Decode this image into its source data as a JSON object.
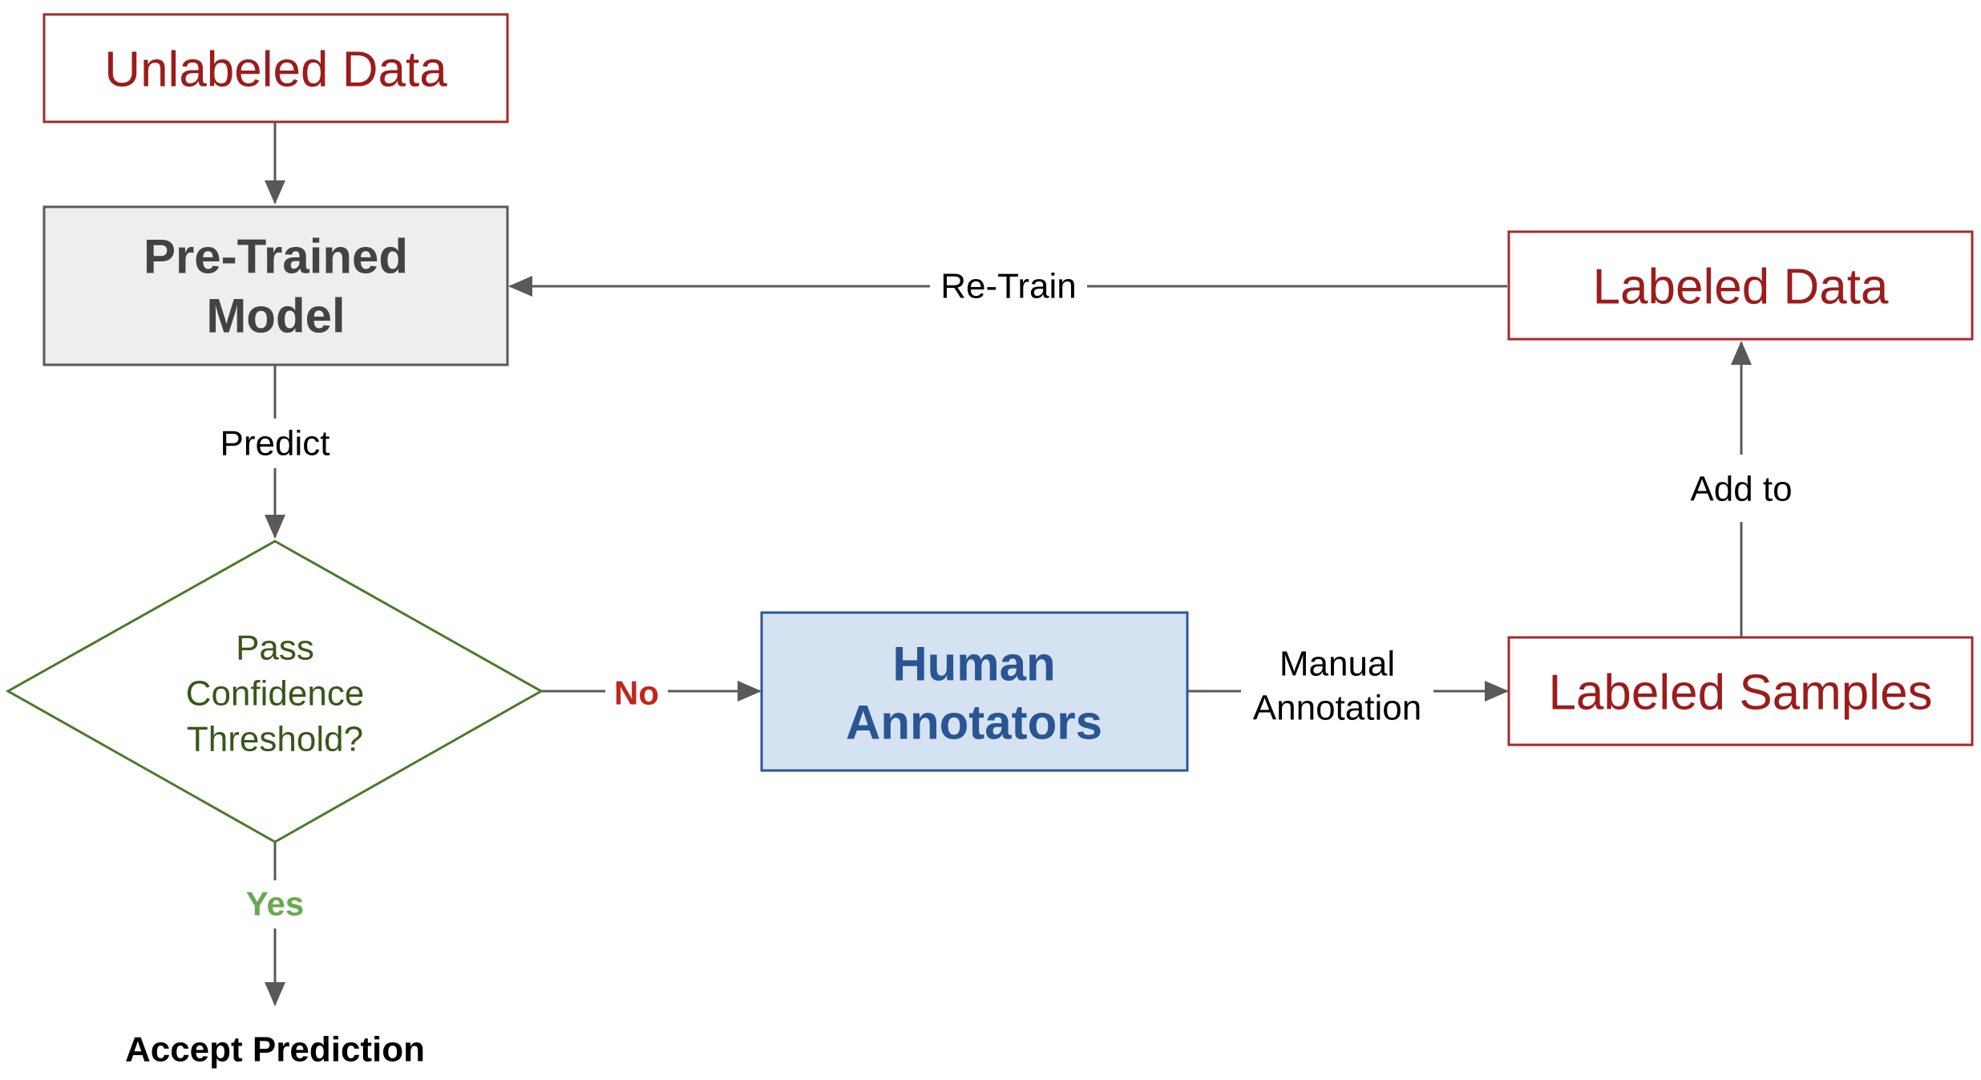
{
  "nodes": {
    "unlabeled_data": "Unlabeled Data",
    "pretrained_model": [
      "Pre-Trained",
      "Model"
    ],
    "decision": [
      "Pass",
      "Confidence",
      "Threshold?"
    ],
    "human_annotators": [
      "Human",
      "Annotators"
    ],
    "labeled_samples": "Labeled Samples",
    "labeled_data": "Labeled Data",
    "accept_prediction": "Accept Prediction"
  },
  "edges": {
    "predict": "Predict",
    "no": "No",
    "yes": "Yes",
    "manual_annotation": [
      "Manual",
      "Annotation"
    ],
    "add_to": "Add to",
    "retrain": "Re-Train"
  },
  "colors": {
    "data_node": "#a52a2a",
    "model_node": "#595959",
    "human_node": "#2b579a",
    "decision_node": "#4a7a2a",
    "no_label": "#c0261f",
    "yes_label": "#6aa84f"
  }
}
